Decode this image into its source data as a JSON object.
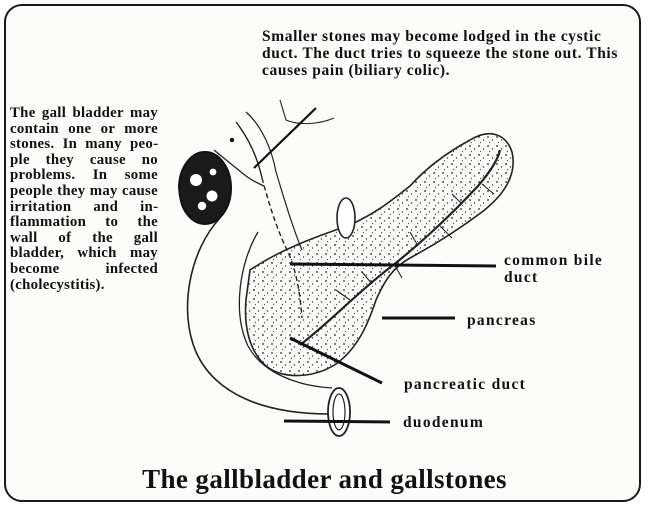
{
  "callout_top": "Smaller stones may become lodged in the cystic duct. The duct tries to squeeze the stone out. This causes pain (biliary colic).",
  "callout_left": "The gall blad­der may con­tain one or more stones. In many peo­ple they cause no problems. In some peo­ple they may cause irrita­tion and in­flammation to the wall of the gall bladder, which may be­come infected (cholecysti­tis).",
  "labels": {
    "common_bile_duct": "common bile duct",
    "pancreas": "pancreas",
    "pancreatic_duct": "pancreatic duct",
    "duodenum": "duodenum"
  },
  "title": "The gallbladder and gallstones"
}
